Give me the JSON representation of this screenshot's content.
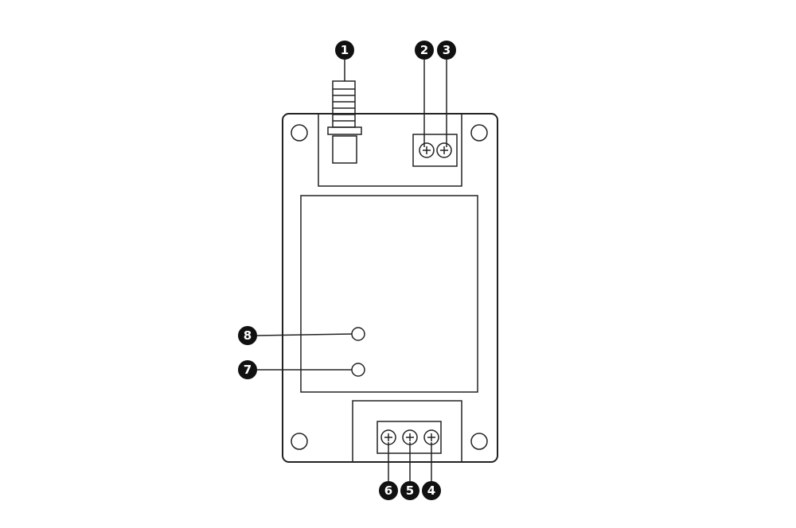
{
  "callouts": [
    {
      "id": "1",
      "label": "1"
    },
    {
      "id": "2",
      "label": "2"
    },
    {
      "id": "3",
      "label": "3"
    },
    {
      "id": "4",
      "label": "4"
    },
    {
      "id": "5",
      "label": "5"
    },
    {
      "id": "6",
      "label": "6"
    },
    {
      "id": "7",
      "label": "7"
    },
    {
      "id": "8",
      "label": "8"
    }
  ],
  "colors": {
    "line": "#222222",
    "badge": "#111111",
    "background": "#ffffff"
  }
}
